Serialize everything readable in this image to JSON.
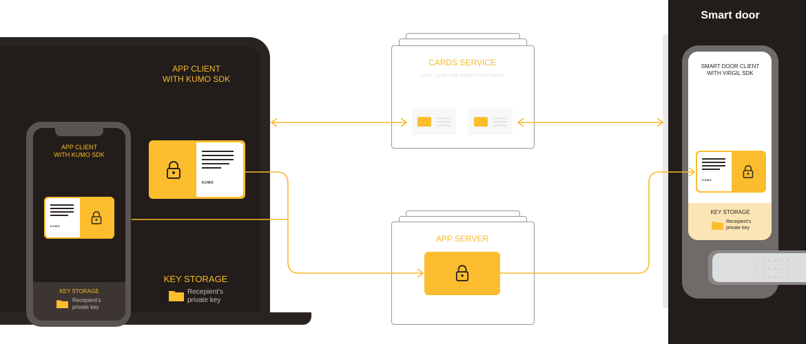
{
  "laptop": {
    "title_line1": "APP CLIENT",
    "title_line2": "WITH KUMO SDK",
    "card_brand": "KUMO",
    "key_storage_label": "KEY STORAGE",
    "key_line1": "Recepient's",
    "key_line2": "private key"
  },
  "phone": {
    "title_line1": "APP CLIENT",
    "title_line2": "WITH KUMO SDK",
    "card_brand": "KUMO",
    "key_storage_label": "KEY STORAGE",
    "key_line1": "Recepient's",
    "key_line2": "private key"
  },
  "cards_service": {
    "title": "CARDS SERVICE",
    "subtitle": "User cards with public keys inside"
  },
  "app_server": {
    "title": "APP SERVER"
  },
  "smart_door": {
    "heading": "Smart door",
    "title_line1": "SMART DOOR CLIENT",
    "title_line2": "WITH VIRGIL SDK",
    "card_brand": "KUMO",
    "key_storage_label": "KEY STORAGE",
    "key_line1": "Recepient's",
    "key_line2": "private key"
  },
  "colors": {
    "accent": "#fbbd2e",
    "dark": "#221d1a",
    "connector": "#f8b92b"
  },
  "icons": [
    "lock-icon",
    "folder-icon",
    "arrow-icon",
    "card-icon"
  ]
}
